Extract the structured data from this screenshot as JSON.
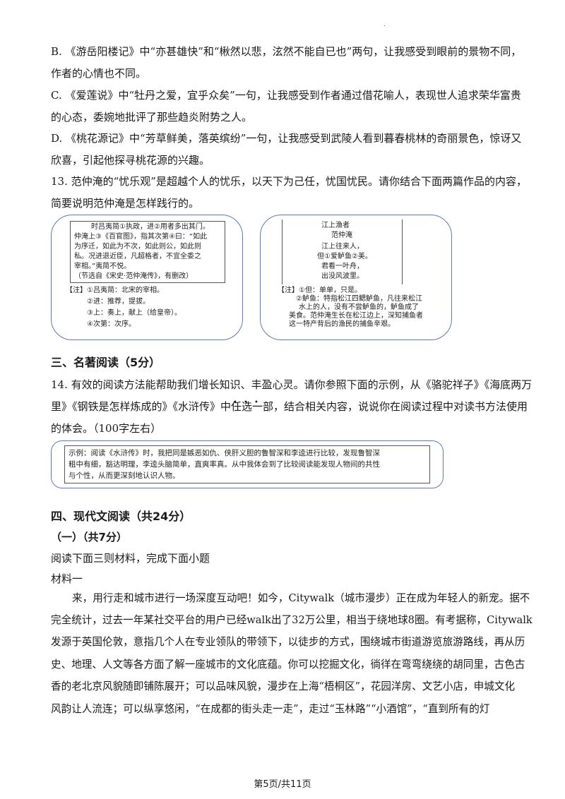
{
  "q12_options": {
    "b_line1": "B. 《游岳阳楼记》中“亦甚雄快”和“楸然以悲，泫然不能自已也”两句，让我感受到眼前的景物不同，",
    "b_line2": "作者的心情也不同。",
    "c_line1": "C. 《爱莲说》中“牡丹之爱，宜乎众矣”一句，让我感受到作者通过借花喻人，表现世人追求荣华富贵",
    "c_line2": "的心态，委婉地批评了那些趋炎附势之人。",
    "d_line1": "D. 《桃花源记》中“芳草鲜美，落英缤纷”一句，让我感受到武陵人看到暮春桃林的奇丽景色，惊讶又",
    "d_line2": "欣喜，引起他探寻桃花源的兴趣。"
  },
  "q13": {
    "line1": "13. 范仲淹的“忧乐观”是超越个人的忧乐，以天下为己任，忧国忧民。请你结合下面两篇作品的内容，",
    "line2": "简要说明范仲淹是怎样践行的。"
  },
  "passage_left": {
    "lines": [
      "时吕夷简①执政，进②用者多出其门。",
      "仲淹上③《百官图》，指其次第④曰：“如此",
      "为序迁，如此为不次，如此则公，如此则",
      "私。况进退近臣，凡超格者，不宜全委之",
      "宰相。”夷简不悦。",
      "（节选自《宋史·范仲淹传》，有删改）"
    ],
    "notes": [
      "【注】①吕夷简：北宋的宰相。",
      "②进：推荐，提拔。",
      "③上：奏上，献上（给皇帝）。",
      "④次第：次序。"
    ]
  },
  "passage_right": {
    "title": "江上渔者",
    "author": "范仲淹",
    "poem": [
      "江上往来人，",
      "但①爱鲈鱼②美。",
      "君看一叶舟，",
      "出没风波里。"
    ],
    "notes": [
      "【注】①但：单单，只是。",
      "②鲈鱼：特指松江四鳃鲈鱼，凡往来松江",
      "水上的人，没有不尝鲈鱼的，鲈鱼成了",
      "美食。范仲淹生长在松江边上，深知捕鱼者",
      "这一特产背后的渔民的捕鱼辛艰。"
    ]
  },
  "section3": {
    "heading": "三、名著阅读（5分）",
    "q14_line1": "14. 有效的阅读方法能帮助我们增长知识、丰盈心灵。请你参照下面的示例，从《骆驼祥子》《海底两万",
    "q14_line2_a": "里》《钢铁是怎样炼成的》《水浒传》中",
    "q14_line2_b": "任选一",
    "q14_line2_c": "部，结合相关内容，说说你在阅读过程中对读书方法使用",
    "q14_line3": "的体会。（100字左右）",
    "example_lines": [
      "示例：阅读《水浒传》时，我把同是嫉恶如仇、侠肝义胆的鲁智深和李逵进行比较，发现鲁智深",
      "粗中有细，豁达明理，李逵头脑简单，直爽率真。从中我体会到了比较阅读能发现人物间的共性",
      "与个性，从而更深刻地认识人物。"
    ]
  },
  "section4": {
    "heading": "四、现代文阅读（共24分）",
    "sub_heading": "（一）（共7分）",
    "instruction": "阅读下面三则材料，完成下面小题",
    "material_label": "材料一",
    "para_lines": [
      "来，用行走和城市进行一场深度互动吧！如今，Citywalk（城市漫步）正在成为年轻人的新宠。据不",
      "完全统计，过去一年某社交平台的用户已经walk出了32万公里，相当于绕地球8圈。有考据称，Citywalk",
      "发源于英国伦敦，意指几个人在专业领队的带领下，以徒步的方式，围绕城市街道游览旅游路线，再从历",
      "史、地理、人文等各方面了解一座城市的文化底蕴。你可以挖掘文化，徜徉在弯弯绕绕的胡同里，古色古",
      "香的老北京风貌随即铺陈展开；可以品味风貌，漫步在上海“梧桐区”，花园洋房、文艺小店，申城文化",
      "风韵让人流连；可以纵享悠闲，“在成都的街头走一走”，走过“玉林路”“小酒馆”，“直到所有的灯"
    ]
  },
  "footer": {
    "page": "第5页/共11页"
  }
}
